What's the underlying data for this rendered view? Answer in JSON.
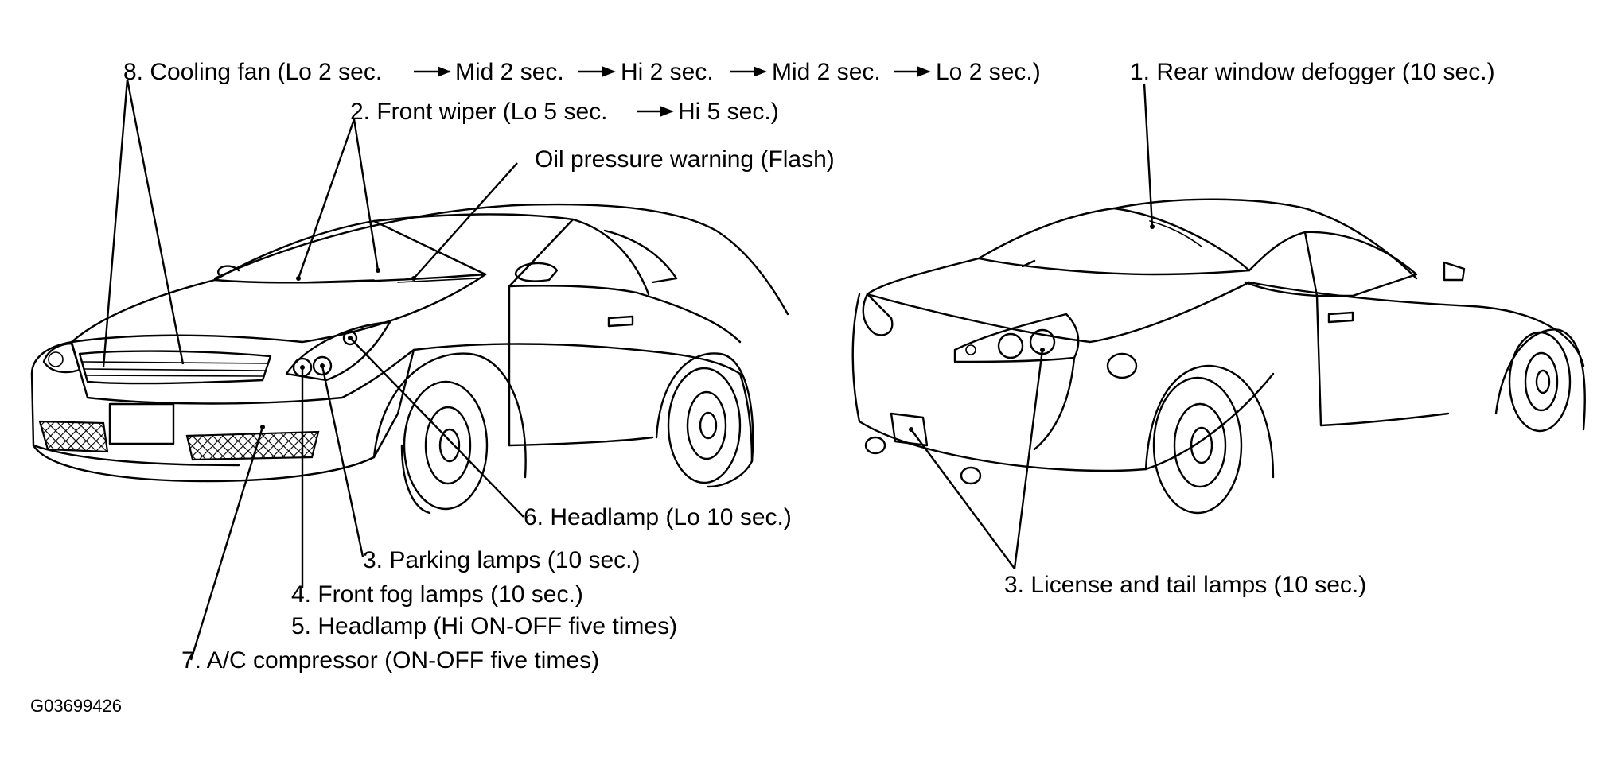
{
  "labels": {
    "cooling_fan": {
      "prefix": "8. Cooling fan (Lo 2 sec.",
      "s1": "Mid 2 sec.",
      "s2": "Hi 2 sec.",
      "s3": "Mid 2 sec.",
      "s4": "Lo 2 sec.)"
    },
    "front_wiper": {
      "prefix": "2. Front wiper (Lo 5 sec.",
      "s1": "Hi 5 sec.)"
    },
    "oil_pressure": "Oil pressure warning (Flash)",
    "rear_defogger": "1. Rear window defogger (10 sec.)",
    "headlamp_lo": "6. Headlamp (Lo 10 sec.)",
    "parking_lamps": "3. Parking lamps (10 sec.)",
    "front_fog": "4. Front fog lamps (10 sec.)",
    "headlamp_hi": "5. Headlamp (Hi ON-OFF five times)",
    "ac_compressor": "7. A/C compressor (ON-OFF five times)",
    "license_tail": "3. License and tail lamps (10 sec.)"
  },
  "figure_id": "G03699426"
}
